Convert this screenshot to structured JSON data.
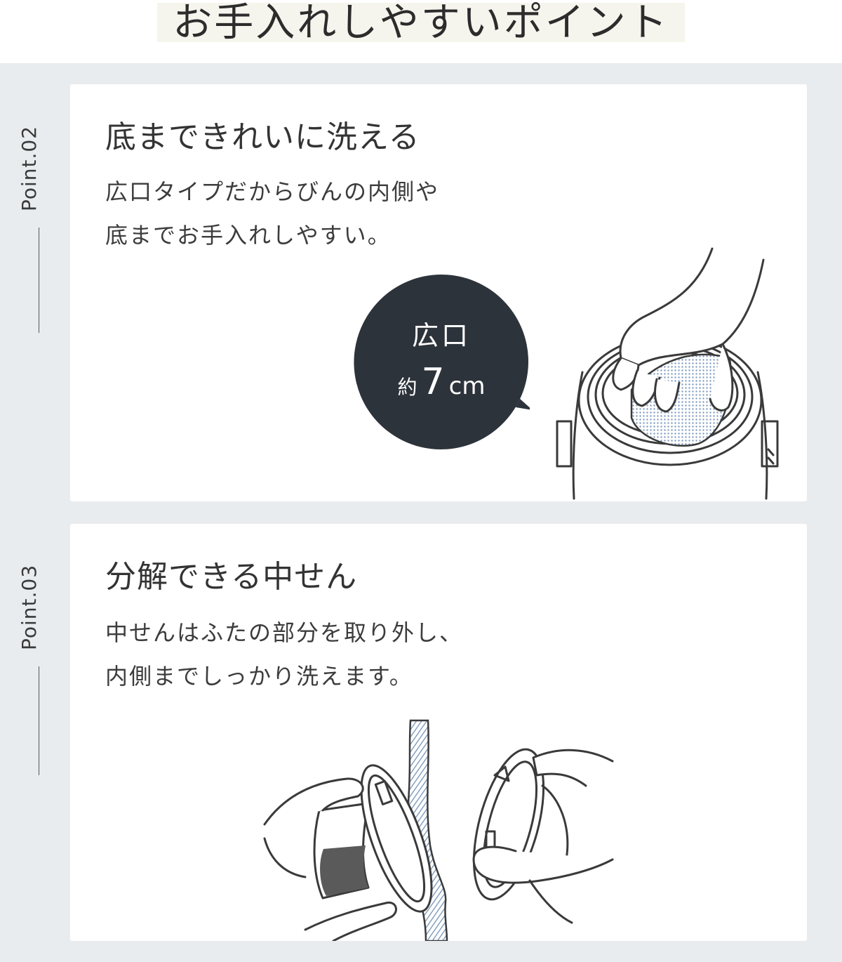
{
  "page": {
    "title": "お手入れしやすいポイント"
  },
  "points": [
    {
      "label": "Point.02",
      "heading": "底まできれいに洗える",
      "lines": [
        "広口タイプだからびんの内側や",
        "底までお手入れしやすい。"
      ],
      "badge": {
        "line1": "広口",
        "prefix": "約",
        "value": "7",
        "unit": "cm"
      }
    },
    {
      "label": "Point.03",
      "heading": "分解できる中せん",
      "lines": [
        "中せんはふたの部分を取り外し、",
        "内側までしっかり洗えます。"
      ]
    }
  ],
  "colors": {
    "panel_background": "#e9ecee",
    "card_background": "#ffffff",
    "badge_background": "#2d333b",
    "title_band": "#f5f5ee",
    "water_accent": "#6f8fb4"
  }
}
